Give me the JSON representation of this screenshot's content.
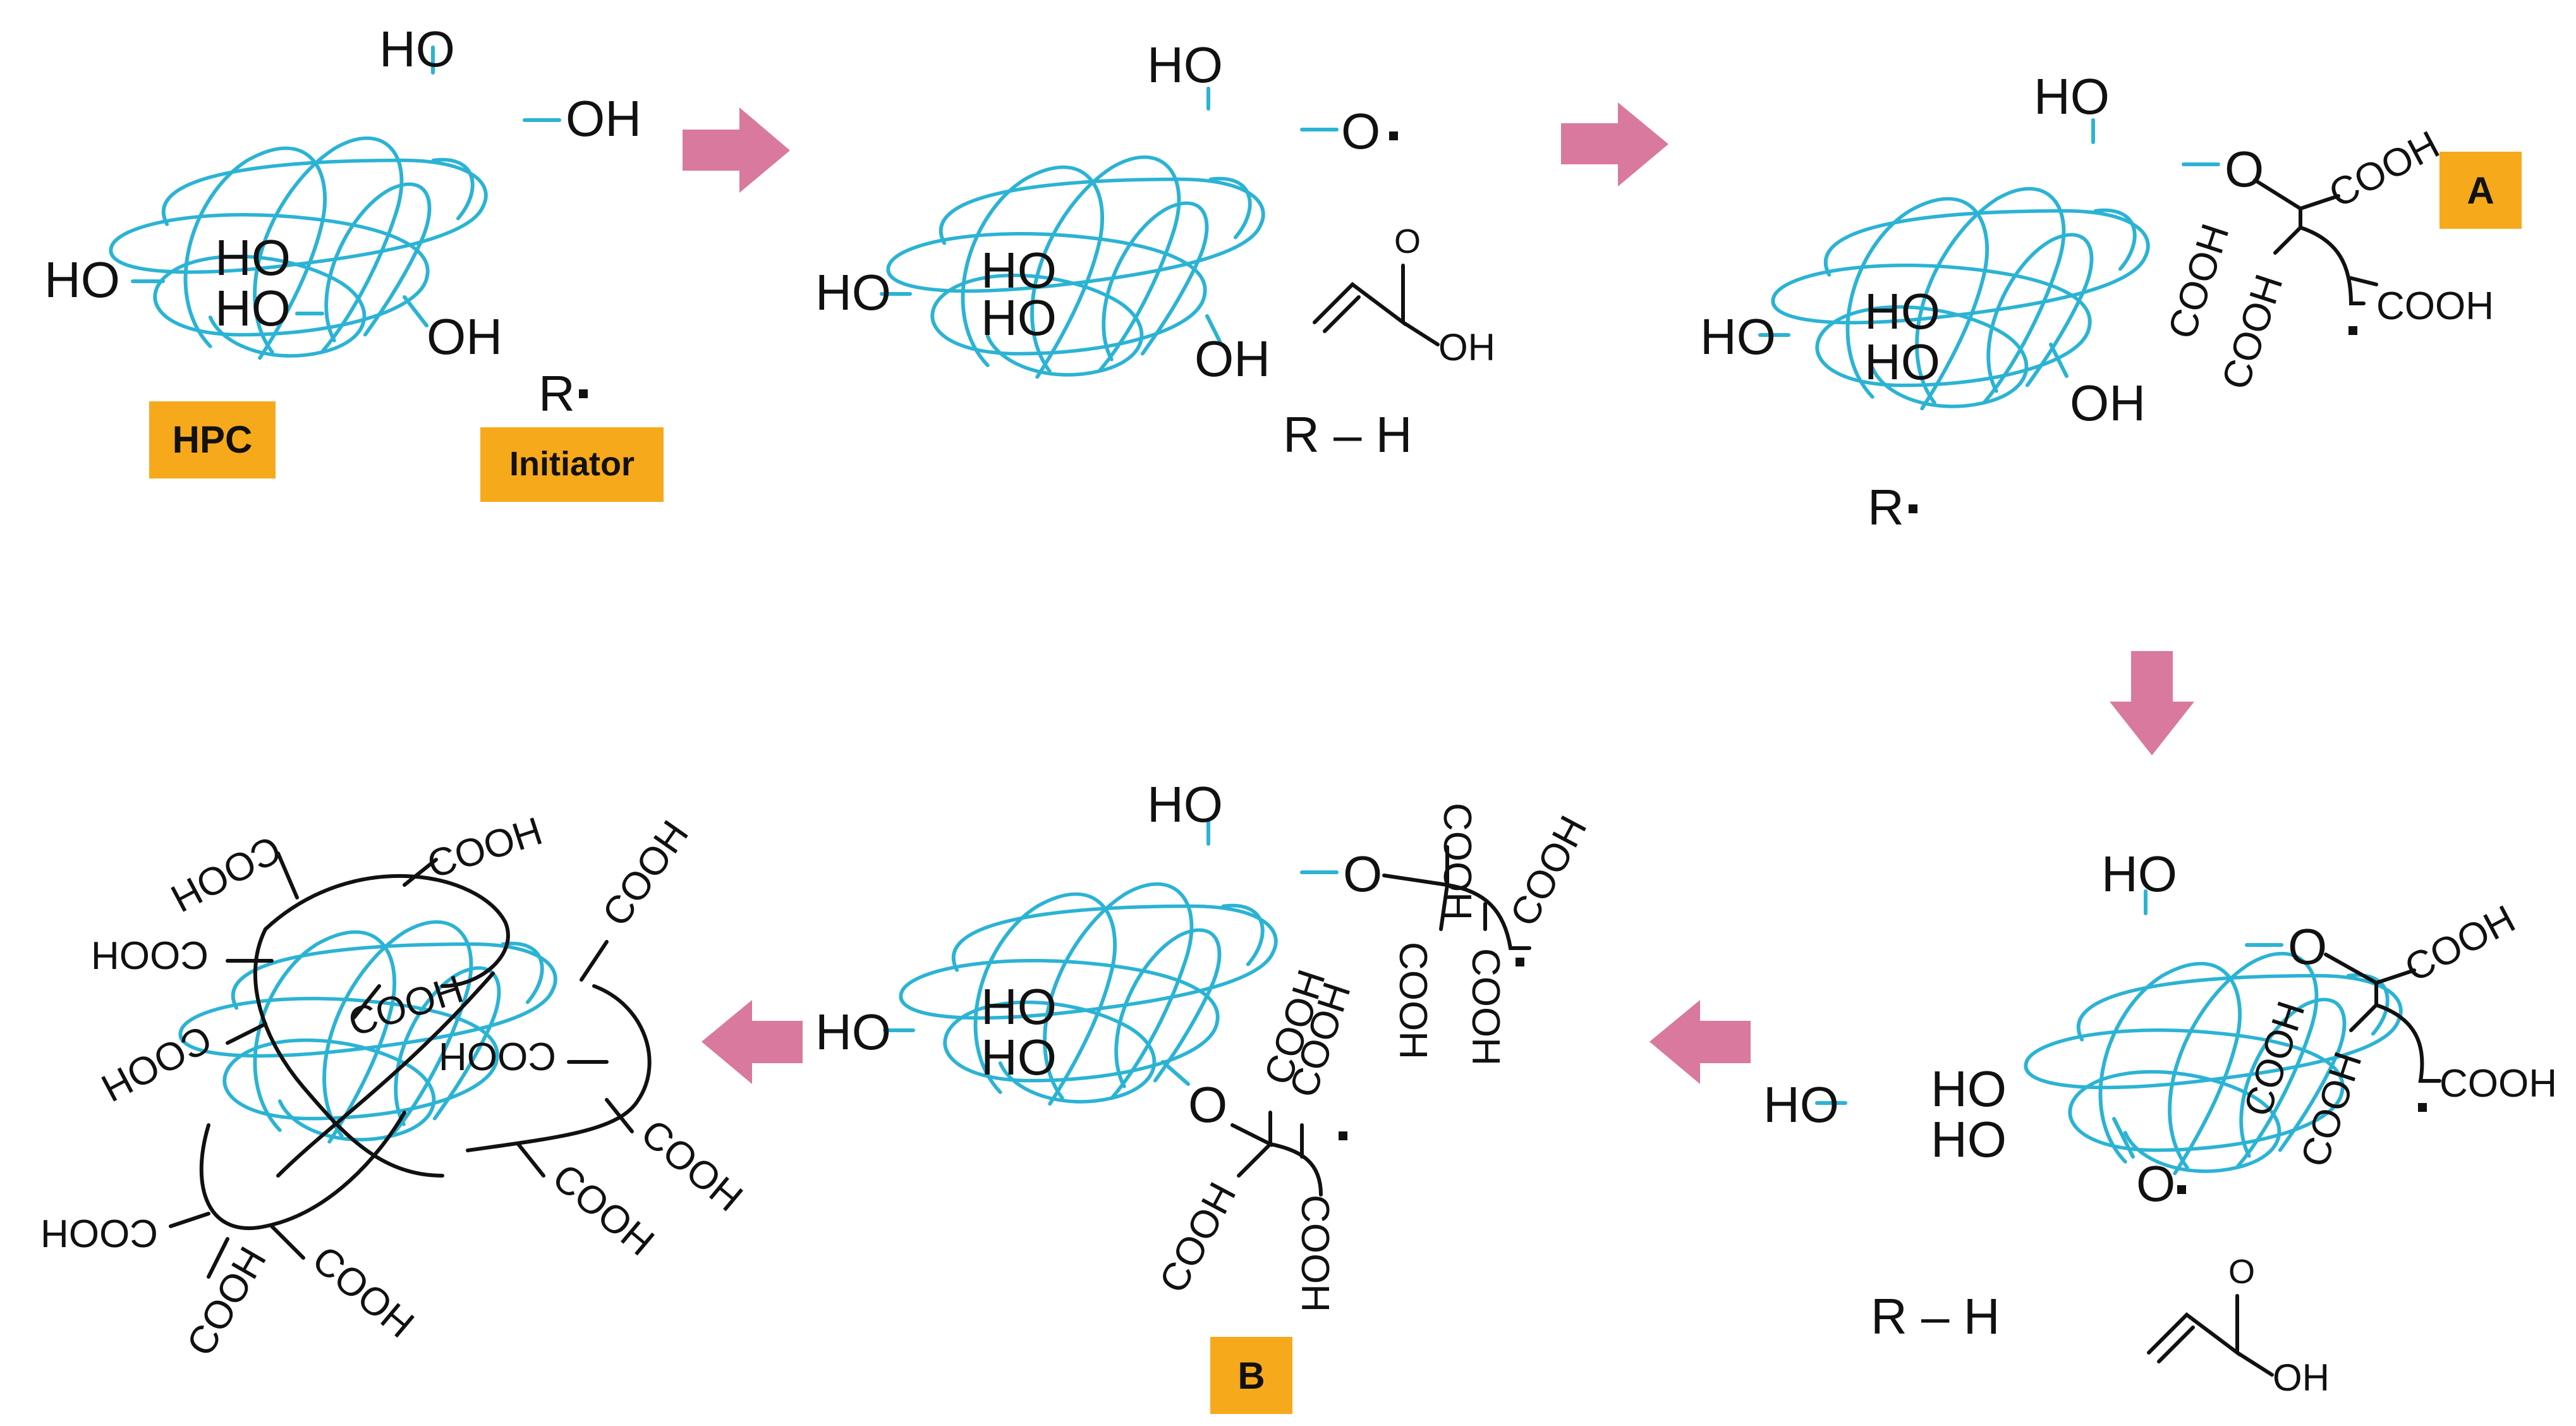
{
  "colors": {
    "coil": "#2bb3d4",
    "arrow": "#d9799e",
    "tag_bg": "#f7a91c",
    "ink": "#111111"
  },
  "labels": {
    "hpc": "HPC",
    "initiator": "Initiator",
    "a": "A",
    "b": "B"
  },
  "groups": {
    "ho": "HO",
    "oh": "OH",
    "o": "O",
    "cooh": "COOH",
    "r_radical": "R",
    "r_h": "R – H"
  },
  "arrows": [
    "right",
    "right",
    "down",
    "left",
    "left"
  ]
}
